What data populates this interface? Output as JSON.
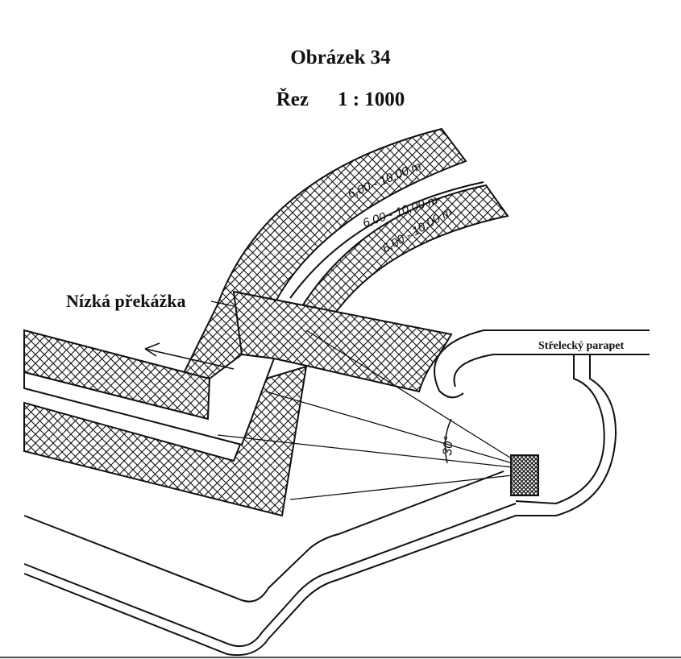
{
  "figure": {
    "title": "Obrázek 34",
    "section_label": "Řez",
    "scale": "1 : 1000"
  },
  "labels": {
    "low_obstacle": "Nízká překážka",
    "firing_parapet": "Střelecký parapet",
    "band_width_1": "6,00 - 10,00 m",
    "band_width_2": "6,00 - 10,00 m",
    "band_width_3": "6,00 - 10,00 m",
    "angle": "30°"
  },
  "colors": {
    "ink": "#111111",
    "paper": "#ffffff"
  }
}
